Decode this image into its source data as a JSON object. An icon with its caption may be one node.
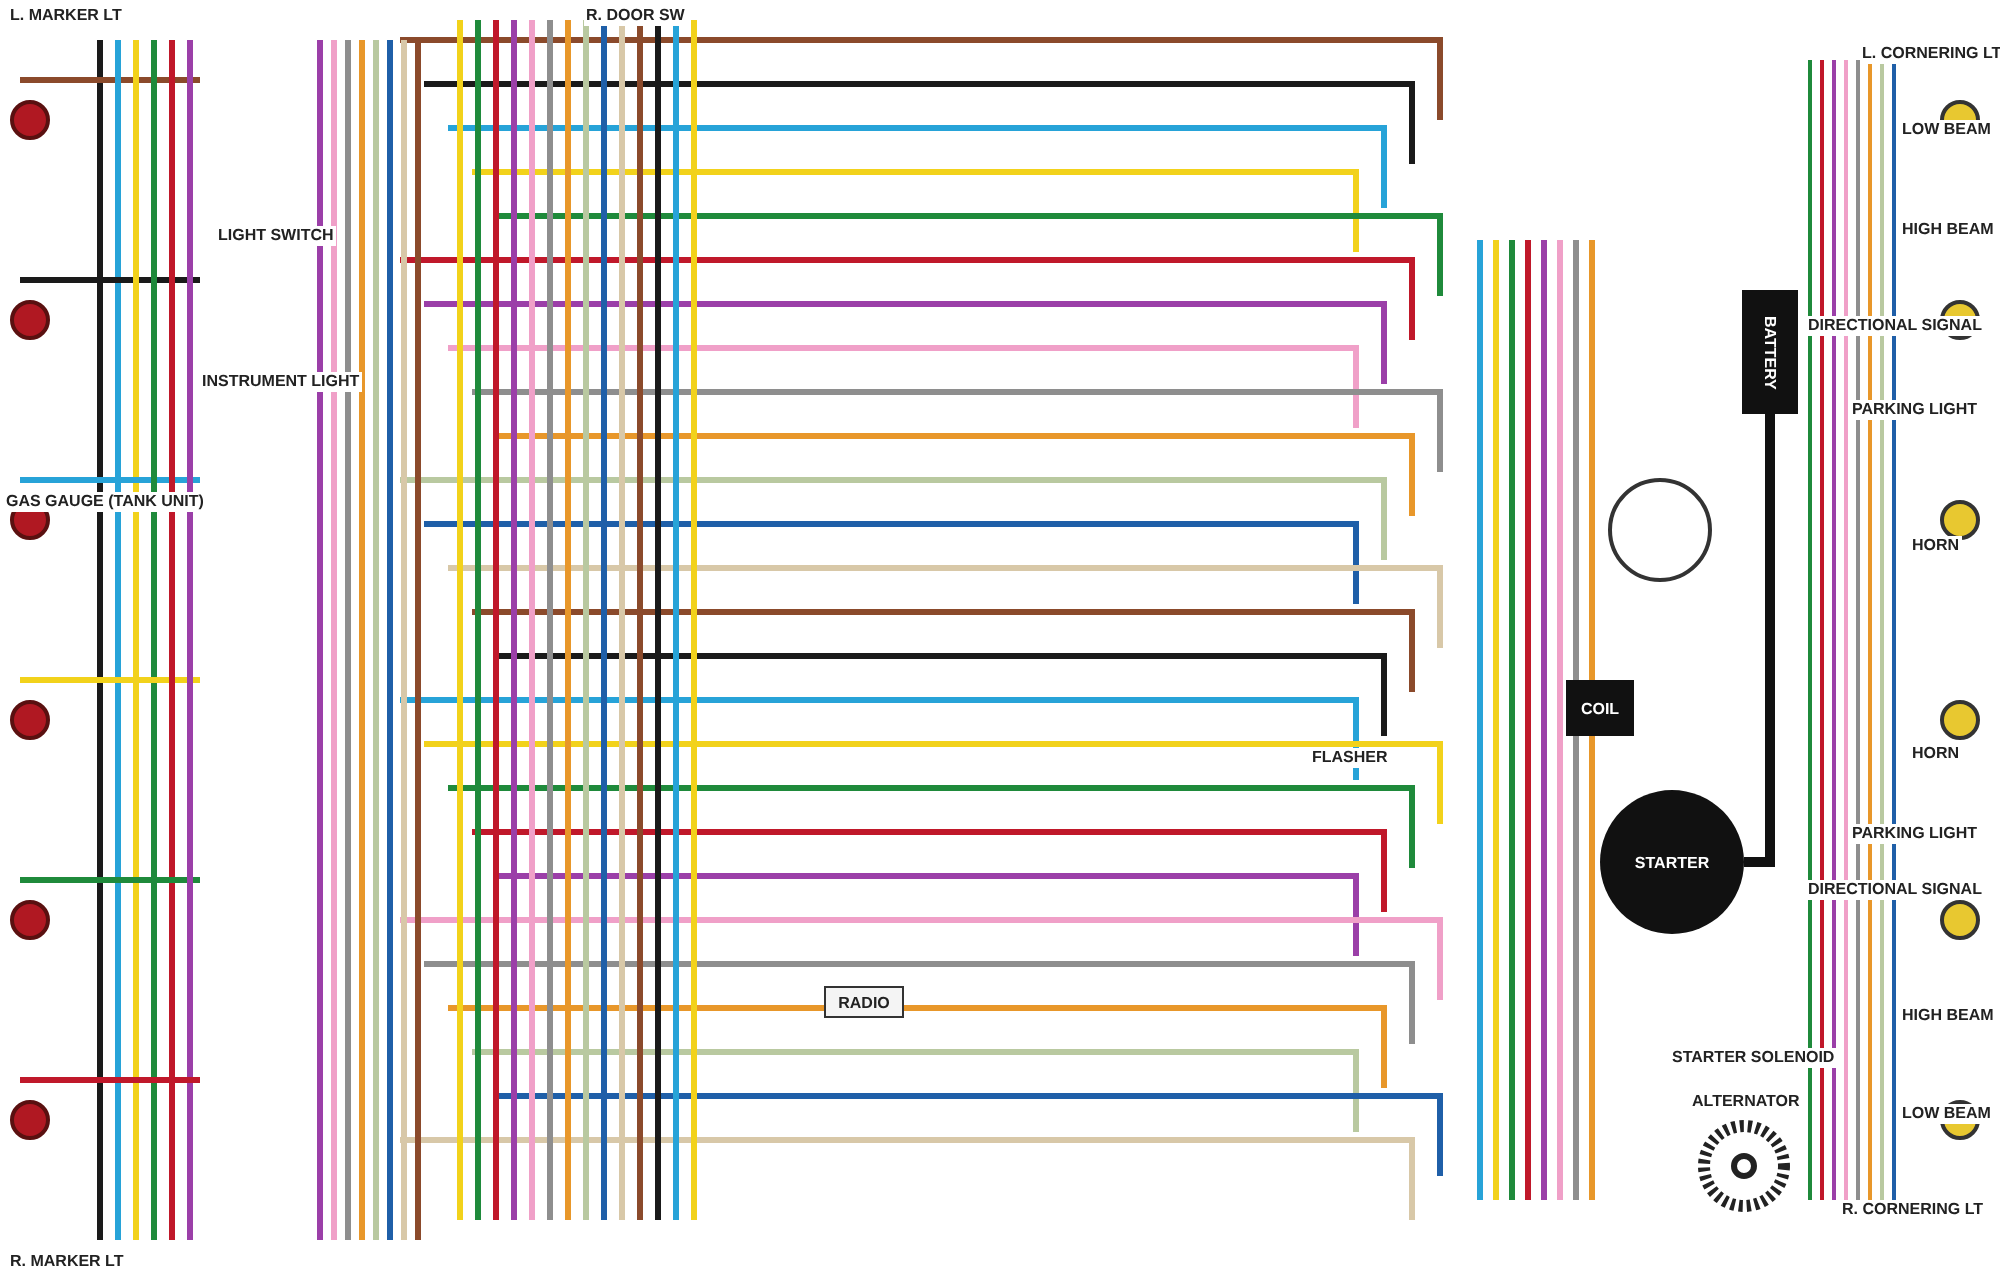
{
  "diagram": {
    "nodes": [
      {
        "text": [
          "RADIO"
        ]
      },
      {
        "text": [
          "COIL"
        ]
      },
      {
        "text": [
          "STARTER"
        ]
      },
      {
        "text": [
          "BATTERY"
        ]
      }
    ],
    "edges": [
      {
        "from": 3,
        "to": 2,
        "arrow": "none"
      }
    ],
    "labels": [
      "L. MARKER LT",
      "R. DOOR SW",
      "L. CORNERING LT",
      "LOW BEAM",
      "HIGH BEAM",
      "LIGHT SWITCH",
      "DIRECTIONAL SIGNAL",
      "PARKING LIGHT",
      "INSTRUMENT LIGHT",
      "GAS GAUGE (TANK UNIT)",
      "HORN",
      "FLASHER",
      "HORN",
      "PARKING LIGHT",
      "DIRECTIONAL SIGNAL",
      "HIGH BEAM",
      "STARTER SOLENOID",
      "ALTERNATOR",
      "LOW BEAM",
      "R. CORNERING LT",
      "R. MARKER LT"
    ]
  }
}
